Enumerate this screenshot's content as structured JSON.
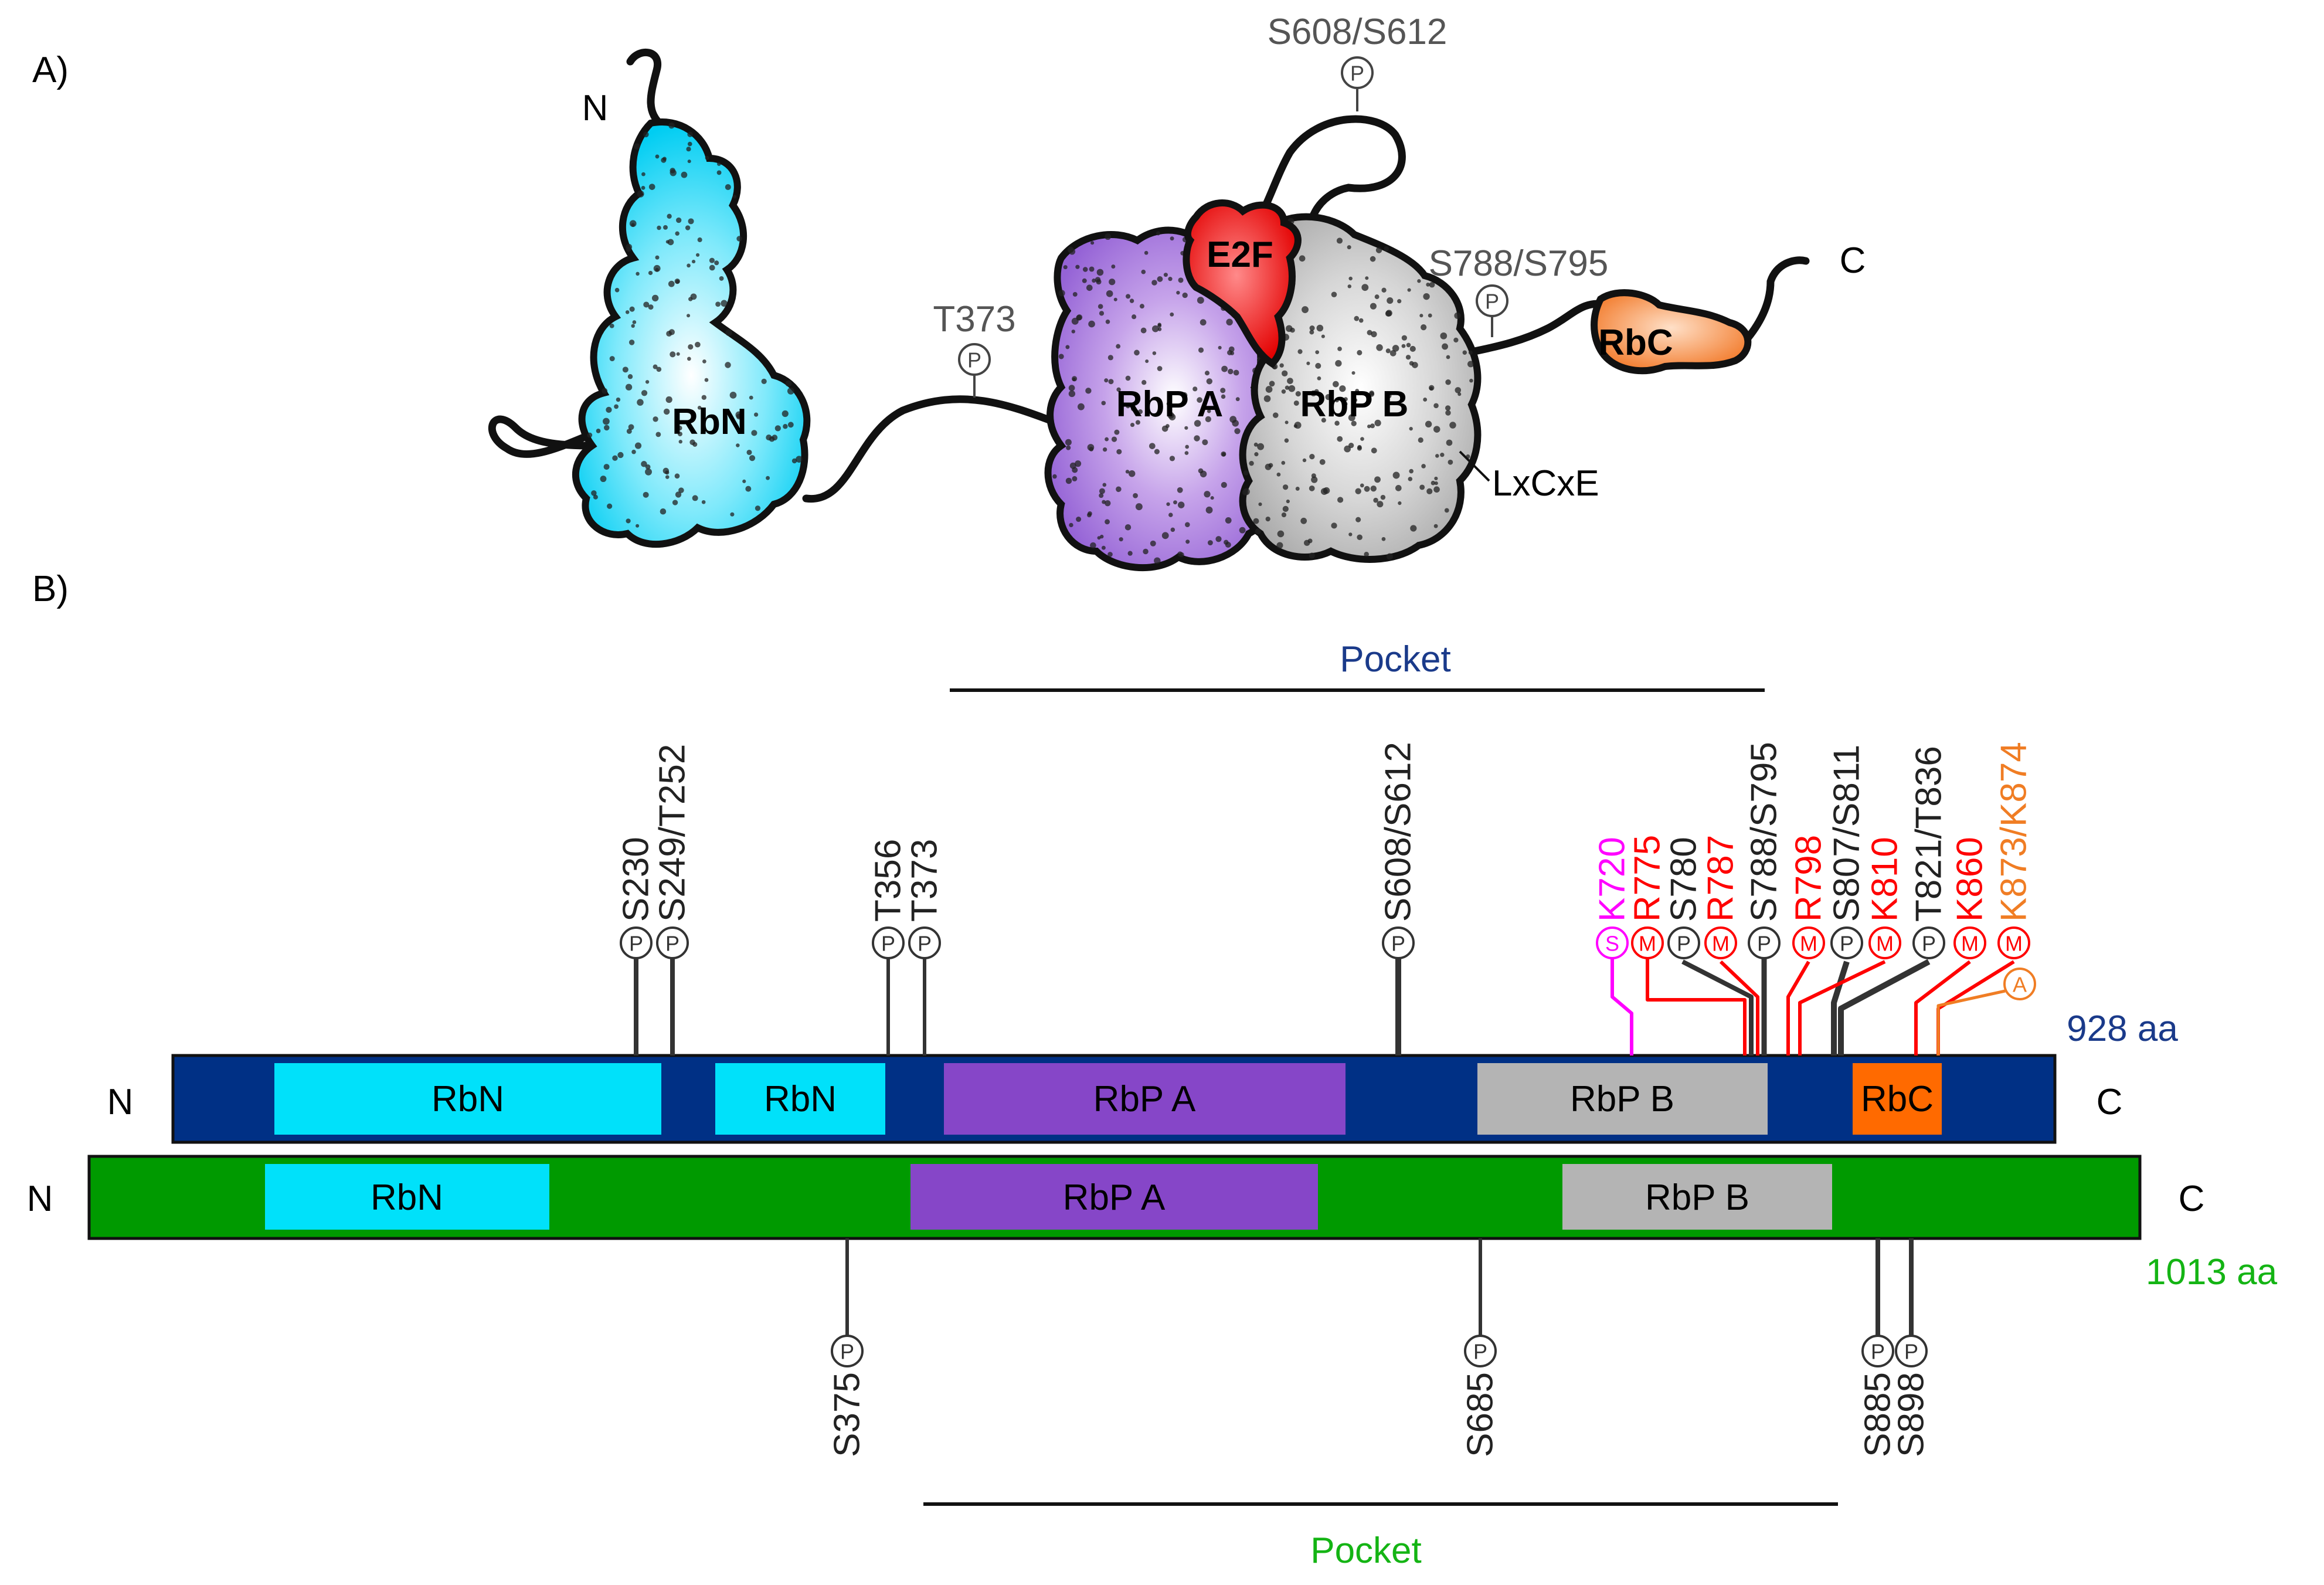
{
  "panel_a": {
    "label": "A)",
    "n_term": "N",
    "c_term": "C",
    "domains": {
      "rbn": "RbN",
      "rbpa": "RbP A",
      "rbpb": "RbP B",
      "e2f": "E2F",
      "rbc": "RbC"
    },
    "sites": {
      "t373": "T373",
      "s608": "S608/S612",
      "s788": "S788/S795"
    },
    "motif": "LxCxE",
    "phospho_symbol": "P"
  },
  "panel_b": {
    "label": "B)",
    "top": {
      "pocket_label": "Pocket",
      "length_label": "928 aa",
      "n_term": "N",
      "c_term": "C",
      "domains": [
        "RbN",
        "RbN",
        "RbP A",
        "RbP B",
        "RbC"
      ],
      "sites": [
        {
          "label": "S230",
          "mark": "P",
          "color": "#222222"
        },
        {
          "label": "S249/T252",
          "mark": "P",
          "color": "#222222"
        },
        {
          "label": "T356",
          "mark": "P",
          "color": "#222222"
        },
        {
          "label": "T373",
          "mark": "P",
          "color": "#222222"
        },
        {
          "label": "S608/S612",
          "mark": "P",
          "color": "#222222"
        },
        {
          "label": "K720",
          "mark": "S",
          "color": "#ff00ff"
        },
        {
          "label": "R775",
          "mark": "M",
          "color": "#ff0000"
        },
        {
          "label": "S780",
          "mark": "P",
          "color": "#222222"
        },
        {
          "label": "R787",
          "mark": "M",
          "color": "#ff0000"
        },
        {
          "label": "S788/S795",
          "mark": "P",
          "color": "#222222"
        },
        {
          "label": "R798",
          "mark": "M",
          "color": "#ff0000"
        },
        {
          "label": "S807/S811",
          "mark": "P",
          "color": "#222222"
        },
        {
          "label": "K810",
          "mark": "M",
          "color": "#ff0000"
        },
        {
          "label": "T821/T836",
          "mark": "P",
          "color": "#222222"
        },
        {
          "label": "K860",
          "mark": "M",
          "color": "#ff0000"
        },
        {
          "label": "K873/K874",
          "mark": "M",
          "color": "#f07d24",
          "extra_mark": "A"
        }
      ]
    },
    "bottom": {
      "pocket_label": "Pocket",
      "length_label": "1013 aa",
      "n_term": "N",
      "c_term": "C",
      "domains": [
        "RbN",
        "RbP A",
        "RbP B"
      ],
      "sites": [
        {
          "label": "S375",
          "mark": "P"
        },
        {
          "label": "S685",
          "mark": "P"
        },
        {
          "label": "S885",
          "mark": "P"
        },
        {
          "label": "S898",
          "mark": "P"
        }
      ]
    }
  },
  "colors": {
    "rbn": "#00e1fa",
    "rbpa": "#8646c8",
    "rbpb": "#b4b4b4",
    "rbc": "#ff6a00",
    "e2f": "#ff1a1a",
    "top_bar": "#003085",
    "bottom_bar": "#009a00",
    "top_title": "#1a3a8a",
    "bottom_title": "#14b414",
    "methyl": "#ff0000",
    "sumo": "#ff00ff",
    "acetyl": "#f07d24"
  }
}
